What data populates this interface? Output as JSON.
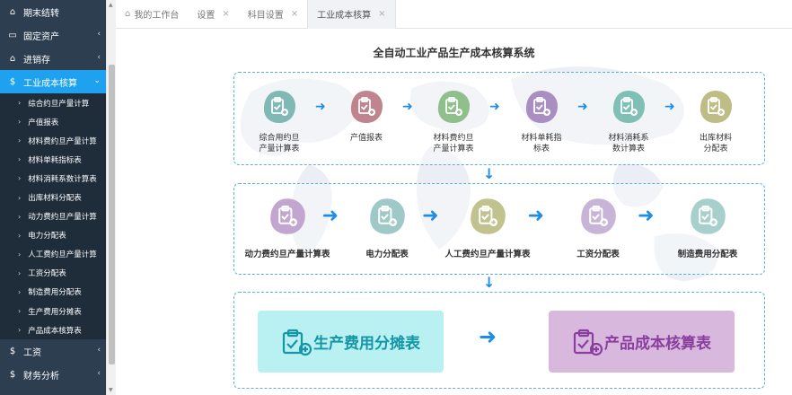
{
  "sidebar": {
    "top_items": [
      {
        "label": "期末结转",
        "icon": "home-icon"
      },
      {
        "label": "固定资产",
        "icon": "monitor-icon"
      },
      {
        "label": "进销存",
        "icon": "home-icon"
      }
    ],
    "active_item": {
      "label": "工业成本核算",
      "icon": "dollar-icon"
    },
    "sub_items": [
      "综合约旦产量计算",
      "产值报表",
      "材料费约旦产量计算",
      "材料单耗指标表",
      "材料消耗系数计算表",
      "出库材料分配表",
      "动力费约旦产量计算",
      "电力分配表",
      "人工费约旦产量计算",
      "工资分配表",
      "制造费用分配表",
      "生产费用分摊表",
      "产品成本核算表"
    ],
    "bottom_items": [
      {
        "label": "工资",
        "icon": "dollar-icon"
      },
      {
        "label": "财务分析",
        "icon": "dollar-icon"
      }
    ]
  },
  "tabs": [
    {
      "label": "我的工作台",
      "closable": false
    },
    {
      "label": "设置",
      "closable": true
    },
    {
      "label": "科目设置",
      "closable": true
    },
    {
      "label": "工业成本核算",
      "closable": true,
      "active": true
    }
  ],
  "main": {
    "title": "全自动工业产品生产成本核算系统",
    "row1": [
      {
        "label": [
          "综合用约旦",
          "产量计算表"
        ],
        "color": "#7fb8b5"
      },
      {
        "label": [
          "产值报表"
        ],
        "color": "#c0848f"
      },
      {
        "label": [
          "材料费约旦",
          "产量计算表"
        ],
        "color": "#8fbf8a"
      },
      {
        "label": [
          "材料单耗指",
          "标表"
        ],
        "color": "#a98ec2"
      },
      {
        "label": [
          "材料消耗系",
          "数计算表"
        ],
        "color": "#7fbfb6"
      },
      {
        "label": [
          "出库材料",
          "分配表"
        ],
        "color": "#bfbd86"
      }
    ],
    "row2": [
      {
        "label": "动力费约旦产量计算表",
        "color": "#c3a6cf"
      },
      {
        "label": "电力分配表",
        "color": "#9ec9c7"
      },
      {
        "label": "人工费约旦产量计算表",
        "color": "#c2c28f"
      },
      {
        "label": "工资分配表",
        "color": "#c8b4d6"
      },
      {
        "label": "制造费用分配表",
        "color": "#a7cfcb"
      }
    ],
    "row3": [
      {
        "label": "生产费用分摊表",
        "bg": "#b9f0f1",
        "fg": "#1596a6"
      },
      {
        "label": "产品成本核算表",
        "bg": "#d9b8de",
        "fg": "#8a3fa0"
      }
    ]
  },
  "colors": {
    "sidebar_bg": "#2d3e50",
    "sidebar_active": "#1ea2f0",
    "accent_blue": "#1c8ee8",
    "panel_border": "#5aaee8"
  }
}
